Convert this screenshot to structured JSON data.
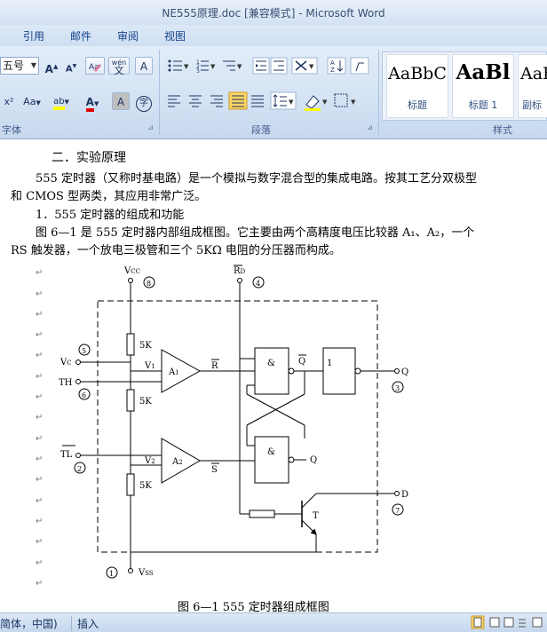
{
  "window": {
    "title": "NE555原理.doc [兼容模式] - Microsoft Word"
  },
  "tabs": [
    {
      "label": "引用"
    },
    {
      "label": "邮件"
    },
    {
      "label": "审阅"
    },
    {
      "label": "视图"
    }
  ],
  "ribbon": {
    "font": {
      "size_value": "五号",
      "group_label": "字体",
      "grow": "A",
      "shrink": "A",
      "phonetic": "wén",
      "phonetic_char": "文",
      "border_char": "A",
      "superscript": "x²",
      "change_case": "Aa",
      "highlight": "ab",
      "font_color": "A",
      "shading_char": "A",
      "enclose_char": "字"
    },
    "paragraph": {
      "group_label": "段落"
    },
    "styles": {
      "group_label": "样式",
      "items": [
        {
          "preview": "AaBbC",
          "label": "标题"
        },
        {
          "preview": "AaBl",
          "label": "标题 1"
        },
        {
          "preview": "AaB",
          "label": "副标"
        }
      ]
    }
  },
  "document": {
    "heading": "二．实验原理",
    "p1_line1": "555 定时器（又称时基电路）是一个模拟与数字混合型的集成电路。按其工艺分双极型",
    "p1_line2": "和 CMOS 型两类，其应用非常广泛。",
    "sub1": "1．555 定时器的组成和功能",
    "p2_line1": "图 6—1 是 555 定时器内部组成框图。它主要由两个高精度电压比较器 A₁、A₂，一个",
    "p2_line2": "RS 触发器，一个放电三极管和三个 5KΩ 电阻的分压器而构成。",
    "caption": "图 6—1        555 定时器组成框图",
    "paragraph_mark": "↵"
  },
  "circuit": {
    "vcc": "V",
    "vcc_sub": "CC",
    "pin8": "8",
    "rd": "R",
    "rd_sub": "D",
    "pin4": "4",
    "pin5": "5",
    "vc": "V",
    "vc_sub": "C",
    "th": "TH",
    "pin6": "6",
    "tl": "TL",
    "pin2": "2",
    "r_label": "5K",
    "v1": "V",
    "v1_sub": "1",
    "v2": "V",
    "v2_sub": "2",
    "a1": "A",
    "a1_sub": "1",
    "a2": "A",
    "a2_sub": "2",
    "r_bar": "R",
    "s_bar": "S",
    "and_sym": "&",
    "q": "Q",
    "q_bar": "Q",
    "inv": "1",
    "q_out": "Q",
    "pin3": "3",
    "d": "D",
    "pin7": "7",
    "t": "T",
    "pin1": "1",
    "vss": "V",
    "vss_sub": "SS"
  },
  "status": {
    "language": "简体，中国)",
    "mode": "插入"
  }
}
